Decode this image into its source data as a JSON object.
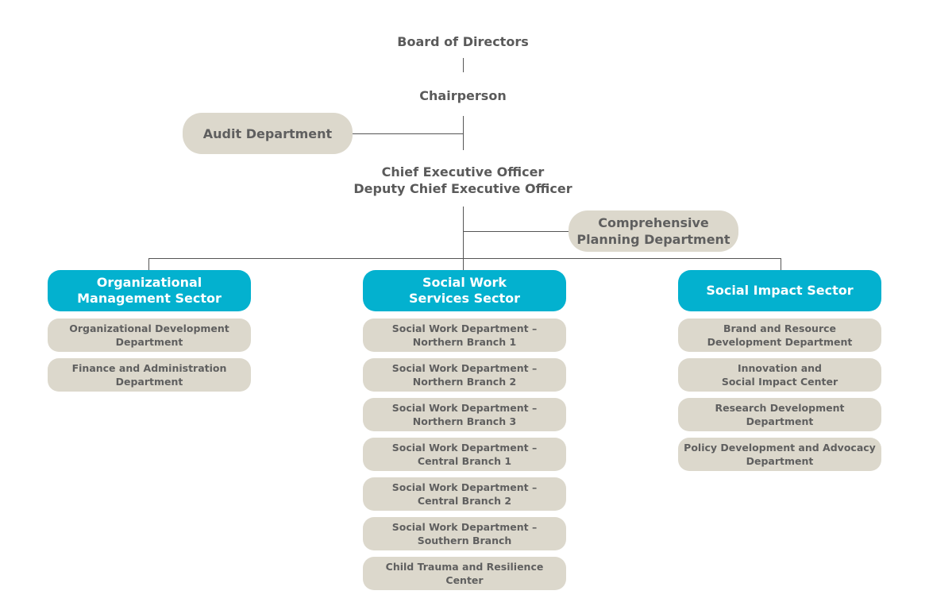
{
  "board": "Board of Directors",
  "chair": "Chairperson",
  "audit": "Audit Department",
  "ceo": "Chief Executive Officer\nDeputy Chief Executive Officer",
  "planning": "Comprehensive\nPlanning Department",
  "colors": {
    "sector": "#03b1cf",
    "department": "#dcd8cc",
    "text": "#5a5a5a",
    "line": "#555555"
  },
  "sectors": [
    {
      "name": "Organizational\nManagement Sector",
      "departments": [
        "Organizational Development\nDepartment",
        "Finance and Administration\nDepartment"
      ]
    },
    {
      "name": "Social Work\nServices Sector",
      "departments": [
        "Social Work Department –\nNorthern Branch 1",
        "Social Work Department –\nNorthern Branch 2",
        "Social Work Department –\nNorthern Branch 3",
        "Social Work Department –\nCentral Branch 1",
        "Social Work Department –\nCentral Branch 2",
        "Social Work Department –\nSouthern Branch",
        "Child Trauma and Resilience Center"
      ]
    },
    {
      "name": "Social Impact Sector",
      "departments": [
        "Brand and Resource\nDevelopment Department",
        "Innovation and\nSocial Impact Center",
        "Research Development Department",
        "Policy Development and Advocacy\nDepartment"
      ]
    }
  ]
}
